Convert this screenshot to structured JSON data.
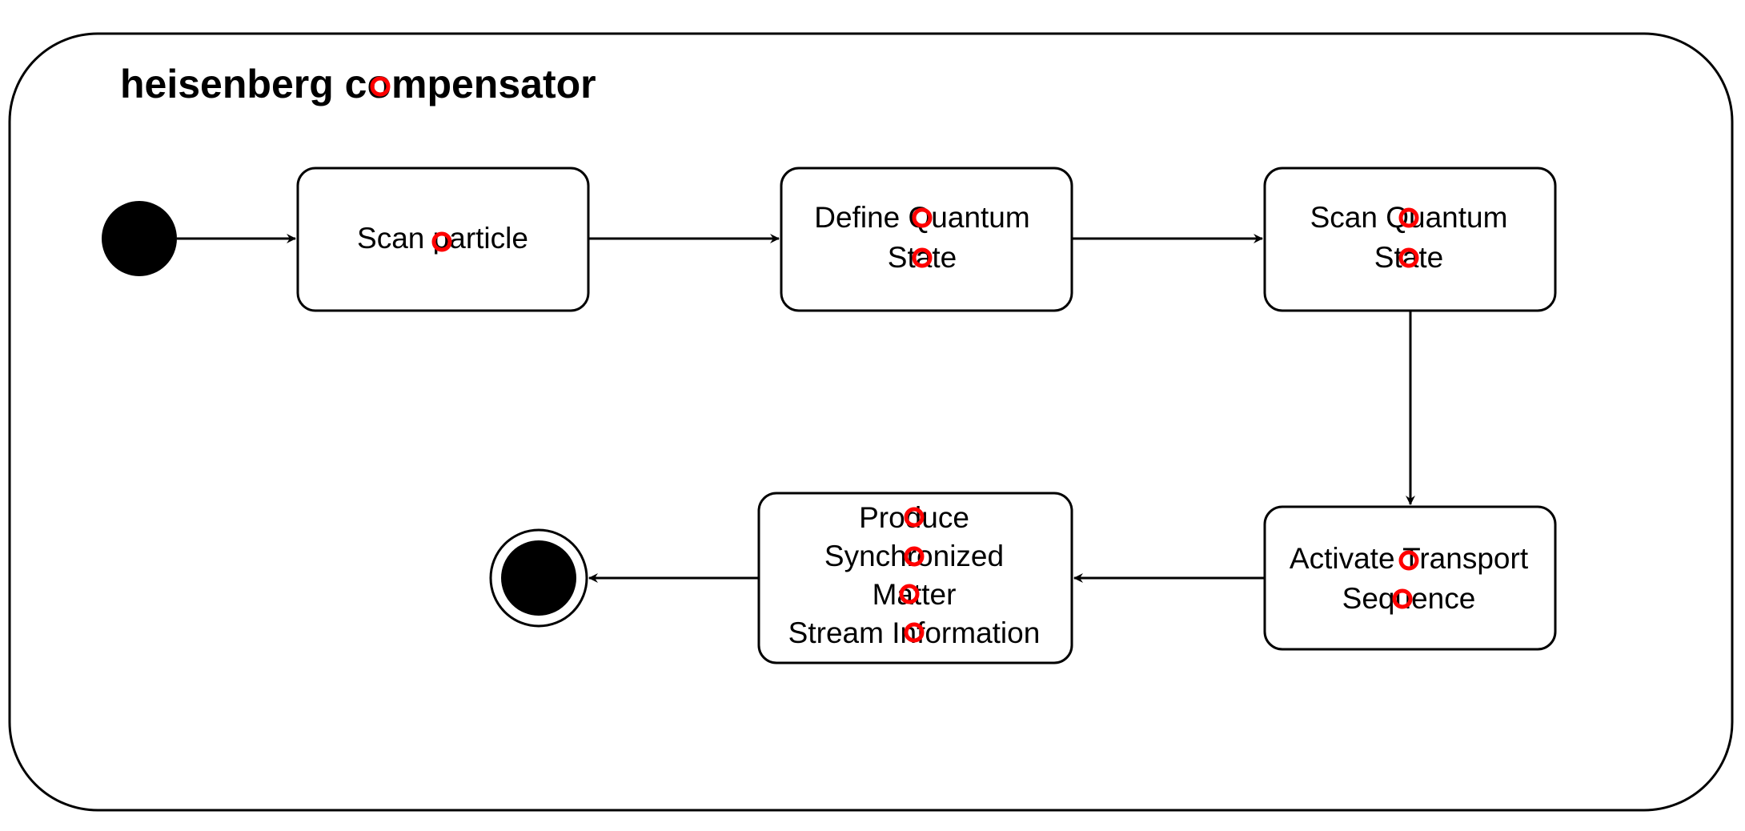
{
  "diagram": {
    "title": "heisenberg compensator",
    "states": [
      {
        "id": "scan-particle",
        "lines": [
          "Scan particle"
        ]
      },
      {
        "id": "define-quantum-state",
        "lines": [
          "Define Quantum",
          "State"
        ]
      },
      {
        "id": "scan-quantum-state",
        "lines": [
          "Scan Quantum",
          "State"
        ]
      },
      {
        "id": "activate-transport-sequence",
        "lines": [
          "Activate Transport",
          "Sequence"
        ]
      },
      {
        "id": "produce-synchronized-matter",
        "lines": [
          "Produce",
          "Synchronized",
          "Matter",
          "Stream Information"
        ]
      }
    ],
    "transitions": [
      {
        "from": "initial",
        "to": "scan-particle"
      },
      {
        "from": "scan-particle",
        "to": "define-quantum-state"
      },
      {
        "from": "define-quantum-state",
        "to": "scan-quantum-state"
      },
      {
        "from": "scan-quantum-state",
        "to": "activate-transport-sequence"
      },
      {
        "from": "activate-transport-sequence",
        "to": "produce-synchronized-matter"
      },
      {
        "from": "produce-synchronized-matter",
        "to": "final"
      }
    ],
    "colors": {
      "stroke": "#000000",
      "fill": "#ffffff",
      "marker": "#ff0000"
    }
  }
}
